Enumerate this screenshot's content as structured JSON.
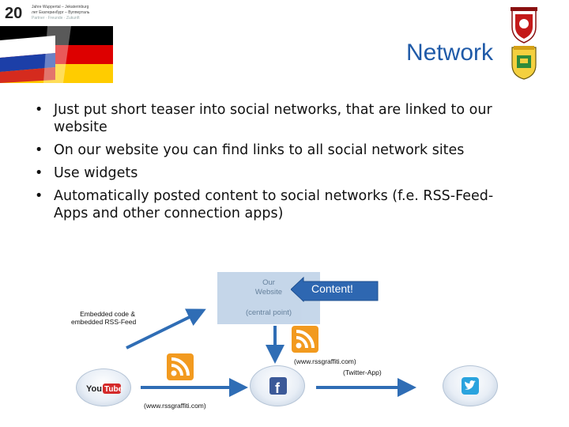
{
  "header": {
    "number": "20",
    "line1": "Jahre Wuppertal – Jekaterinburg",
    "line2": "лет Екатеринбург – Вупперталь",
    "line3": "Partner · Freunde · Zukunft"
  },
  "title": "Network",
  "bullets": [
    "Just put short teaser into social networks, that are linked to our website",
    "On our website you can find links to all social network sites",
    "Use widgets",
    "Automatically posted content to social networks (f.e. RSS-Feed-Apps and other connection apps)"
  ],
  "diagram": {
    "website_line1": "Our",
    "website_line2": "Website",
    "website_line3": "(central point)",
    "content_label": "Content!",
    "embedded_label_1": "Embedded code &",
    "embedded_label_2": "embedded RSS-Feed",
    "rssgraffiti_1": "(www.rssgraffiti.com)",
    "twitter_app": "(Twitter-App)",
    "rssgraffiti_2": "(www.rssgraffiti.com)",
    "youtube_label": "YouTube"
  },
  "colors": {
    "title": "#1f5aa8",
    "arrow": "#2f6db5",
    "rss": "#f29a1f",
    "content_callout": "#2e67b1"
  }
}
